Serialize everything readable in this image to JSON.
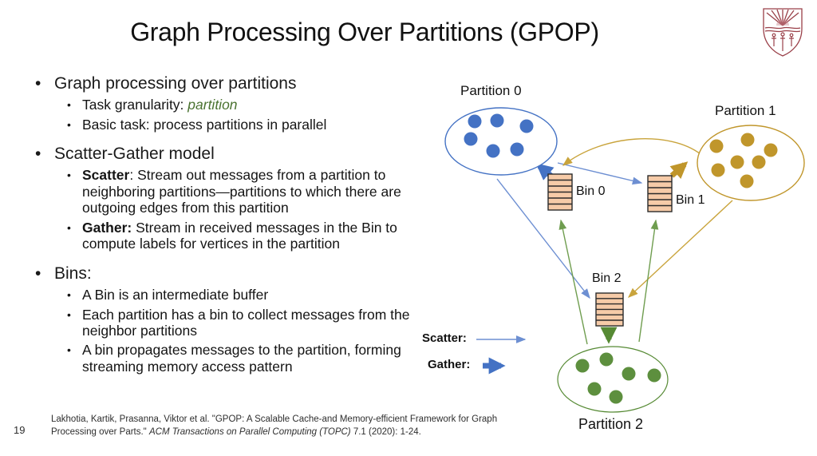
{
  "slide": {
    "title": "Graph Processing Over Partitions (GPOP)",
    "logo_name": "usc-shield-logo"
  },
  "content": {
    "bullet1": {
      "label": "Graph processing over partitions",
      "sub1_prefix": "Task granularity: ",
      "sub1_emphasis": "partition",
      "sub2": "Basic task: process partitions in parallel"
    },
    "bullet2": {
      "label": "Scatter-Gather model",
      "sub1_bold": "Scatter",
      "sub1_rest": ": Stream out messages from a partition to neighboring partitions—partitions to which there are outgoing edges from this partition",
      "sub2_bold": "Gather:",
      "sub2_rest": " Stream in received messages in the Bin to compute labels for vertices in the partition"
    },
    "bullet3": {
      "label": "Bins:",
      "sub1": "A Bin is an intermediate buffer",
      "sub2": "Each partition has a bin to collect messages from the neighbor partitions",
      "sub3": "A bin propagates messages to the partition, forming streaming memory access pattern"
    }
  },
  "diagram": {
    "partition0_label": "Partition 0",
    "partition1_label": "Partition 1",
    "partition2_label": "Partition 2",
    "bin0_label": "Bin 0",
    "bin1_label": "Bin 1",
    "bin2_label": "Bin 2",
    "legend": {
      "scatter_label": "Scatter:",
      "gather_label": "Gather:"
    },
    "colors": {
      "blue": "#4472C4",
      "blue_thin": "#6d8fd2",
      "gold": "#C0962B",
      "gold_thin": "#c9a43c",
      "green": "#568A34",
      "green_thin": "#6f9d4f",
      "green_dot": "#5d8f3e",
      "bin_fill": "#F6CBA8",
      "logo_maroon": "#9a4049"
    }
  },
  "footer": {
    "citation_line1": "Lakhotia, Kartik, Prasanna, Viktor et al. \"GPOP: A Scalable Cache-and Memory-efficient Framework for Graph",
    "citation_line2_prefix": "Processing over Parts.\" ",
    "citation_line2_italic": "ACM Transactions on Parallel Computing (TOPC)",
    "citation_line2_suffix": " 7.1 (2020): 1-24.",
    "page_number": "19"
  }
}
